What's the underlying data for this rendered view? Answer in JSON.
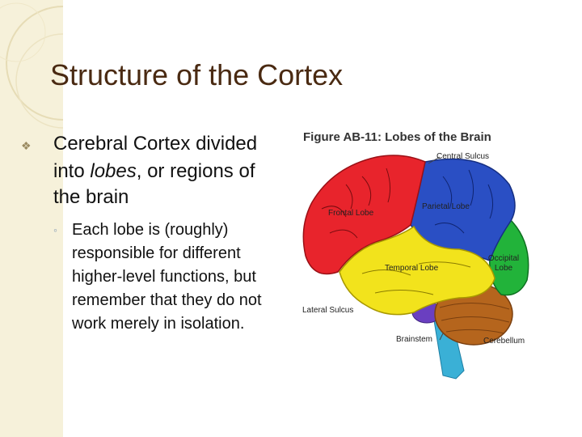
{
  "slide": {
    "title": "Structure of the Cortex",
    "bullet_prefix": "Cerebral Cortex divided into ",
    "bullet_italic": "lobes",
    "bullet_suffix": ", or regions of the brain",
    "sub_bullet": "Each lobe is (roughly) responsible for different higher-level functions, but remember that they do not work merely in isolation."
  },
  "figure": {
    "title": "Figure AB-11: Lobes of the Brain",
    "labels": {
      "central_sulcus": "Central Sulcus",
      "frontal": "Frontal Lobe",
      "parietal": "Parietal Lobe",
      "occipital": "Occipital Lobe",
      "temporal": "Temporal Lobe",
      "lateral_sulcus": "Lateral Sulcus",
      "brainstem": "Brainstem",
      "cerebellum": "Cerebellum"
    },
    "colors": {
      "frontal": "#e8242c",
      "parietal": "#2a4fc4",
      "occipital": "#22b33a",
      "temporal": "#f2e31c",
      "cerebellum": "#b5651d",
      "brainstem": "#3ab0d6",
      "pons": "#6a3fc0"
    }
  }
}
